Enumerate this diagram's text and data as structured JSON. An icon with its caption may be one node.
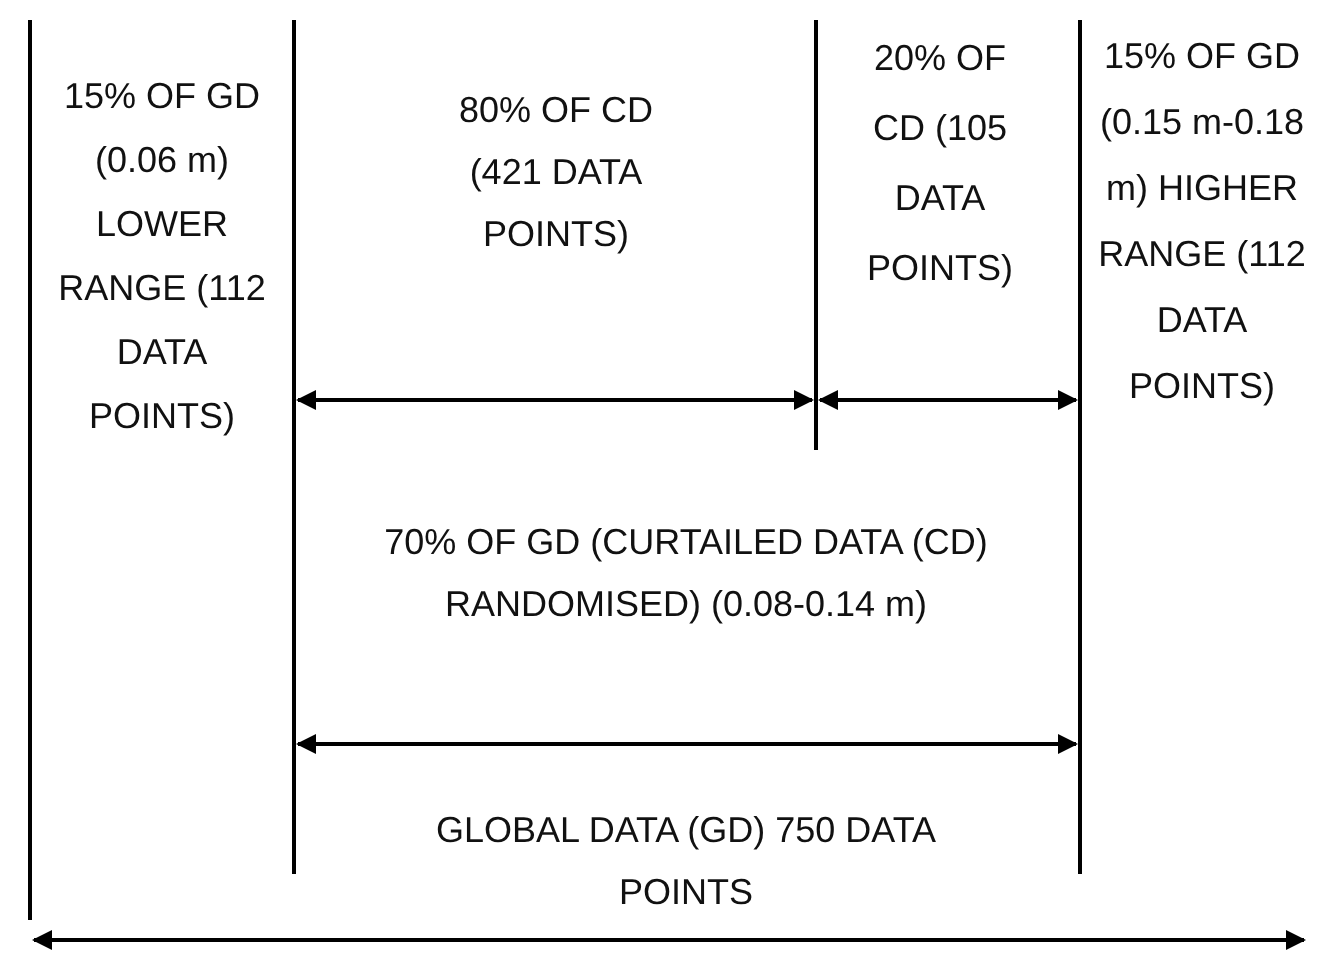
{
  "diagram": {
    "labels": [
      "15% OF GD (0.06 m) LOWER RANGE (112 DATA POINTS)",
      "80% OF CD (421 DATA POINTS)",
      "20% OF CD (105 DATA POINTS)",
      "15% OF GD (0.15 m-0.18 m) HIGHER RANGE (112 DATA POINTS)",
      "70% OF GD (CURTAILED DATA (CD) RANDOMISED) (0.08-0.14 m)",
      "GLOBAL DATA (GD) 750 DATA POINTS"
    ]
  }
}
